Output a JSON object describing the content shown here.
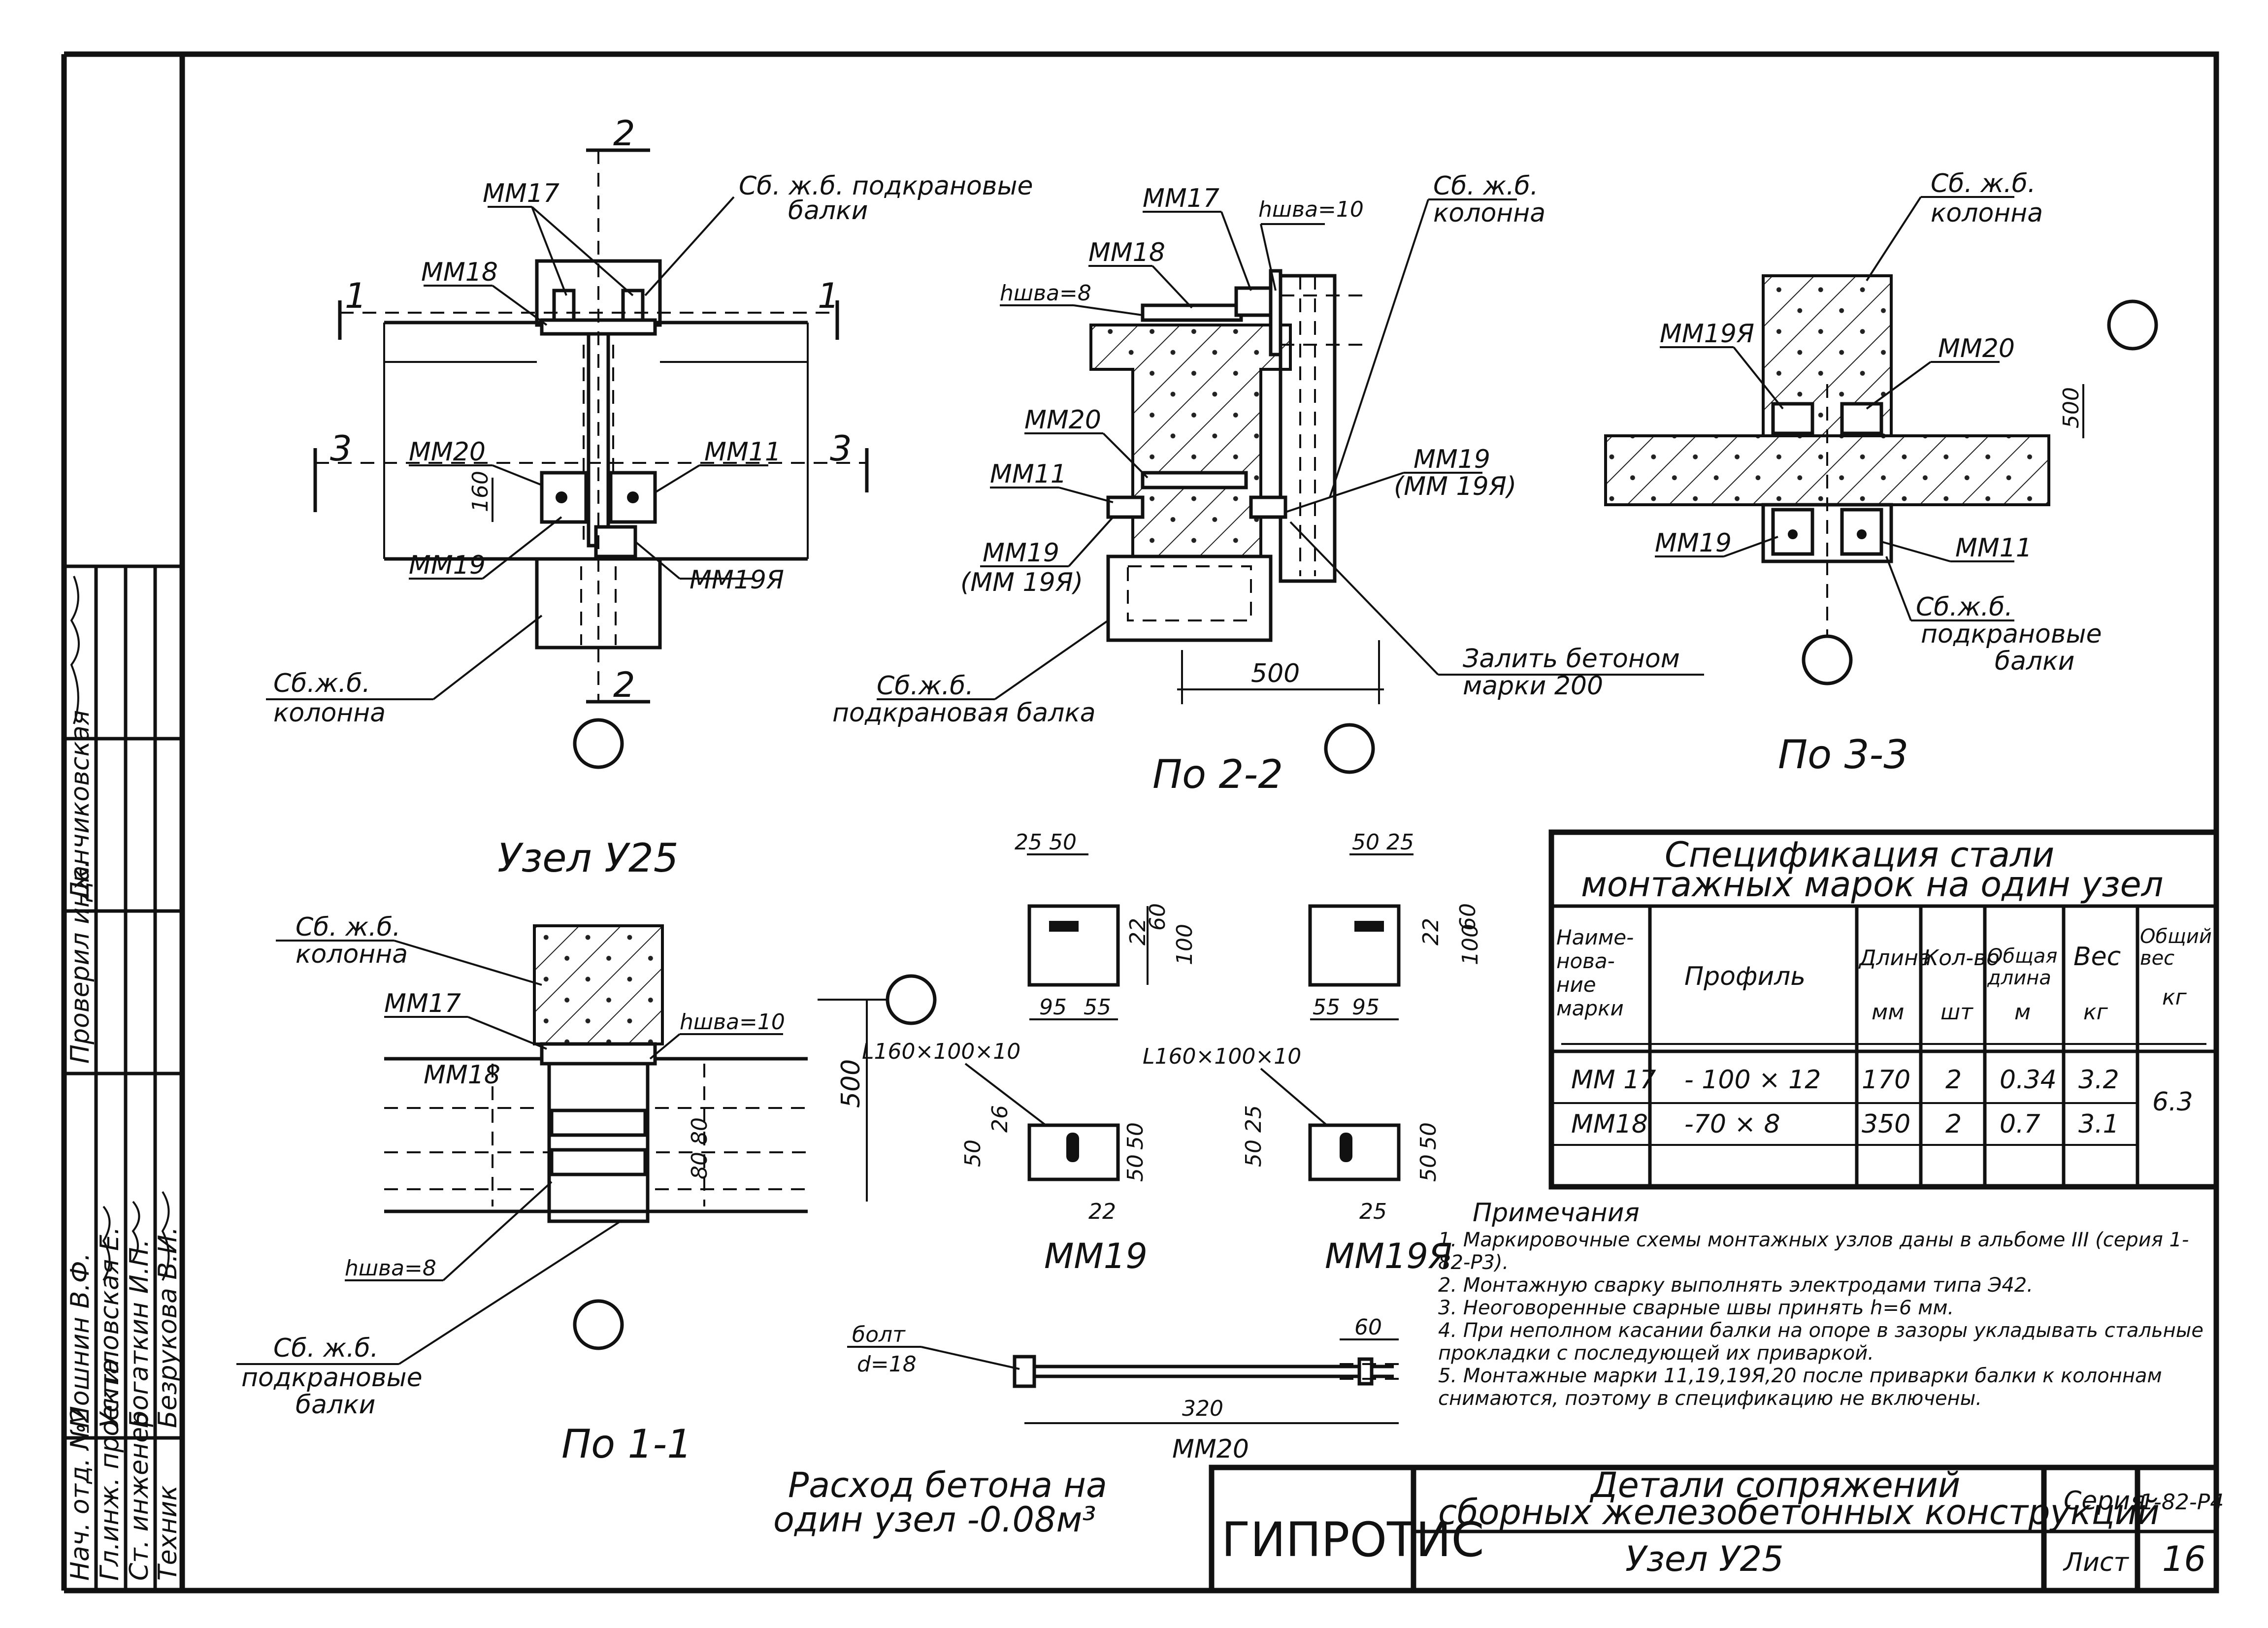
{
  "node1": {
    "title": "Узел У25",
    "labels": {
      "mm17": "ММ17",
      "mm18": "ММ18",
      "mm20": "ММ20",
      "mm11": "ММ11",
      "mm19": "ММ19",
      "mm19ya": "ММ19Я",
      "crane_beams_line1": "Сб. ж.б. подкрановые",
      "crane_beams_line2": "балки",
      "column_line1": "Сб.ж.б.",
      "column_line2": "колонна",
      "dim_160": "160"
    },
    "section_marks": {
      "s1": "1",
      "s2": "2",
      "s3": "3"
    }
  },
  "section22": {
    "title": "По 2-2",
    "labels": {
      "mm17": "ММ17",
      "mm18": "ММ18",
      "mm20": "ММ20",
      "mm11": "ММ11",
      "mm19": "ММ19",
      "mm19_paren": "(ММ 19Я)",
      "mm19_right": "ММ19",
      "mm19ya_right": "(ММ 19Я)",
      "weld10": "hшва=10",
      "weld8": "hшва=8",
      "column_line1": "Сб. ж.б.",
      "column_line2": "колонна",
      "beam_line1": "Сб.ж.б.",
      "beam_line2": "подкрановая балка",
      "concrete_line1": "Залить бетоном",
      "concrete_line2": "марки 200",
      "dim_500": "500"
    }
  },
  "section33": {
    "title": "По 3-3",
    "labels": {
      "column_line1": "Сб. ж.б.",
      "column_line2": "колонна",
      "mm19ya": "ММ19Я",
      "mm20": "ММ20",
      "mm19": "ММ19",
      "mm11": "ММ11",
      "beams_line1": "Сб.ж.б.",
      "beams_line2": "подкрановые",
      "beams_line3": "балки",
      "dim_500": "500"
    }
  },
  "section11": {
    "title": "По 1-1",
    "labels": {
      "column_line1": "Сб. ж.б.",
      "column_line2": "колонна",
      "mm17": "ММ17",
      "mm18": "ММ18",
      "weld10": "hшва=10",
      "weld8": "hшва=8",
      "dim_500": "500",
      "dim_8080": "80 80",
      "beams_line1": "Сб. ж.б.",
      "beams_line2": "подкрановые",
      "beams_line3": "балки"
    }
  },
  "details": {
    "mm19": {
      "title": "ММ19",
      "dims_top": [
        "25",
        "50"
      ],
      "dims_side": [
        "60",
        "22",
        "100"
      ],
      "dims_bottom": [
        "95",
        "55"
      ],
      "angle": "L160×100×10",
      "dims_left": [
        "50",
        "26"
      ],
      "dims_right": [
        "50",
        "50"
      ],
      "dim_22": "22"
    },
    "mm19ya": {
      "title": "ММ19Я",
      "dims_top": [
        "50",
        "25"
      ],
      "dims_side": [
        "60",
        "22",
        "100"
      ],
      "dims_bottom": [
        "55",
        "95"
      ],
      "angle": "L160×100×10",
      "dims_left": [
        "50",
        "25"
      ],
      "dims_right": [
        "50",
        "50"
      ],
      "dim_25": "25"
    },
    "mm20": {
      "title": "ММ20",
      "bolt_line1": "болт",
      "bolt_line2": "d=18",
      "dim_60": "60",
      "dim_320": "320"
    }
  },
  "concrete_usage": {
    "line1": "Расход бетона на",
    "line2": "один узел -0.08м³"
  },
  "spec_table": {
    "title_line1": "Спецификация стали",
    "title_line2": "монтажных марок на один узел",
    "headers": {
      "name": "Наиме-нова-ние марки",
      "profile": "Профиль",
      "length": "Длина",
      "count": "Кол-во",
      "total_length": "Общая длина",
      "weight": "Вес",
      "total_weight": "Общий вес"
    },
    "units": {
      "length": "мм",
      "count": "шт",
      "total_length": "м",
      "weight": "кг",
      "total_weight": "кг"
    },
    "rows": [
      {
        "name": "ММ 17",
        "profile": "- 100 × 12",
        "length": "170",
        "count": "2",
        "total_length": "0.34",
        "weight": "3.2"
      },
      {
        "name": "ММ18",
        "profile": "-70 × 8",
        "length": "350",
        "count": "2",
        "total_length": "0.7",
        "weight": "3.1"
      }
    ],
    "total_weight": "6.3"
  },
  "notes": {
    "title": "Примечания",
    "items": [
      "1. Маркировочные схемы монтажных узлов даны в альбоме III (серия 1-82-Р3).",
      "2. Монтажную сварку выполнять электродами типа Э42.",
      "3. Неоговоренные сварные швы принять h=6 мм.",
      "4. При неполном касании балки на опоре в зазоры укладывать стальные прокладки с последующей их приваркой.",
      "5. Монтажные марки 11,19,19Я,20 после приварки балки к колоннам снимаются, поэтому в спецификацию не включены."
    ]
  },
  "title_block": {
    "org": "ГИПРОТИС",
    "title_line1": "Детали сопряжений",
    "title_line2": "сборных железобетонных конструкций",
    "subtitle": "Узел У25",
    "series_label": "Серия",
    "series_value": "1-82-Р4",
    "sheet_label": "Лист",
    "sheet_value": "16"
  },
  "side_stamp": {
    "roles": [
      "Нач. отд. №2",
      "Гл.инж. проекта",
      "Ст. инженер",
      "Техник"
    ],
    "names": [
      "Мошнин В.Ф.",
      "Устиловская Е.",
      "Богаткин И.П.",
      "Безрукова В.И."
    ],
    "checked_label": "Проверил инж.",
    "checked_name": "Данчиковская"
  }
}
